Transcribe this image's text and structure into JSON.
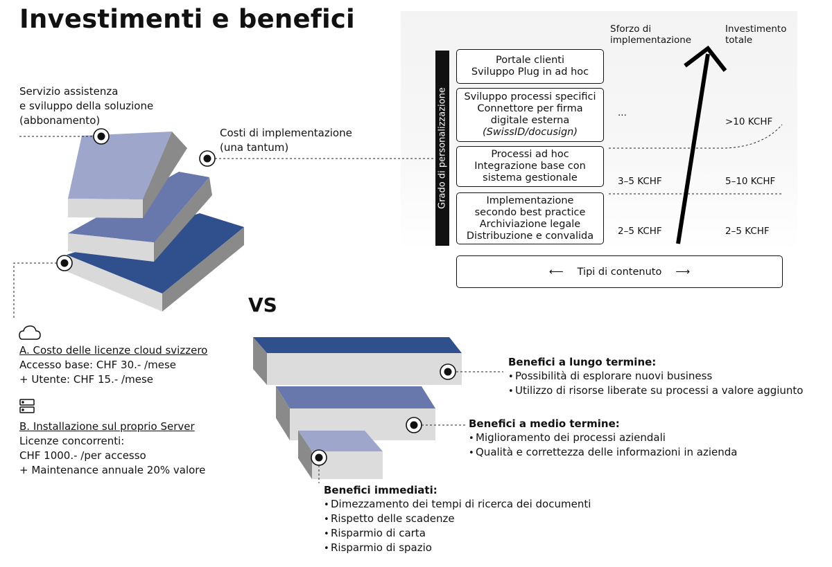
{
  "title": "Investimenti e benefici",
  "vs": "VS",
  "left": {
    "assistenza": [
      "Servizio assistenza",
      "e sviluppo della soluzione",
      "(abbonamento)"
    ],
    "costi": [
      "Costi di implementazione",
      "(una tantum)"
    ],
    "cloud": {
      "icon": "cloud-icon",
      "title": "A. Costo delle licenze cloud svizzero",
      "lines": [
        "Accesso base: CHF 30.- /mese",
        "+ Utente: CHF 15.- /mese"
      ]
    },
    "server": {
      "icon": "server-icon",
      "title": "B. Installazione sul proprio Server",
      "lines": [
        "Licenze concorrenti:",
        "CHF 1000.- /per accesso",
        "+ Maintenance annuale 20% valore"
      ]
    }
  },
  "matrix": {
    "ylabel": "Grado di personalizzazione",
    "col1": [
      "Sforzo di",
      "implementazione"
    ],
    "col2": [
      "Investimento",
      "totale"
    ],
    "boxes": [
      {
        "lines": [
          "Portale clienti",
          "Sviluppo Plug in ad hoc"
        ],
        "italic": ""
      },
      {
        "lines": [
          "Sviluppo processi specifici",
          "Connettore per firma",
          "digitale esterna"
        ],
        "italic": "(SwissID/docusign)"
      },
      {
        "lines": [
          "Processi ad hoc",
          "Integrazione base con",
          "sistema gestionale"
        ],
        "italic": ""
      },
      {
        "lines": [
          "Implementazione",
          "secondo best practice",
          "Archiviazione legale",
          "Distribuzione e convalida"
        ],
        "italic": ""
      }
    ],
    "values": {
      "r2c1": "...",
      "r2c2": ">10 KCHF",
      "r3c1": "3–5 KCHF",
      "r3c2": "5–10 KCHF",
      "r4c1": "2–5 KCHF",
      "r4c2": "2–5 KCHF"
    },
    "xlabel": "Tipi di contenuto"
  },
  "benefits": {
    "long": {
      "title": "Benefici a lungo termine:",
      "items": [
        "Possibilità di esplorare nuovi business",
        "Utilizzo di risorse liberate su processi a valore aggiunto"
      ]
    },
    "medium": {
      "title": "Benefici a medio termine:",
      "items": [
        "Miglioramento dei processi aziendali",
        "Qualità e correttezza delle informazioni in azienda"
      ]
    },
    "immediate": {
      "title": "Benefici immediati:",
      "items": [
        "Dimezzamento dei tempi di ricerca dei documenti",
        "Rispetto delle scadenze",
        "Risparmio di carta",
        "Risparmio di spazio"
      ]
    }
  },
  "colors": {
    "dark": "#2f4f8d",
    "mid": "#6878ad",
    "light": "#9ea6cc",
    "grey": "#dcdcdc"
  }
}
